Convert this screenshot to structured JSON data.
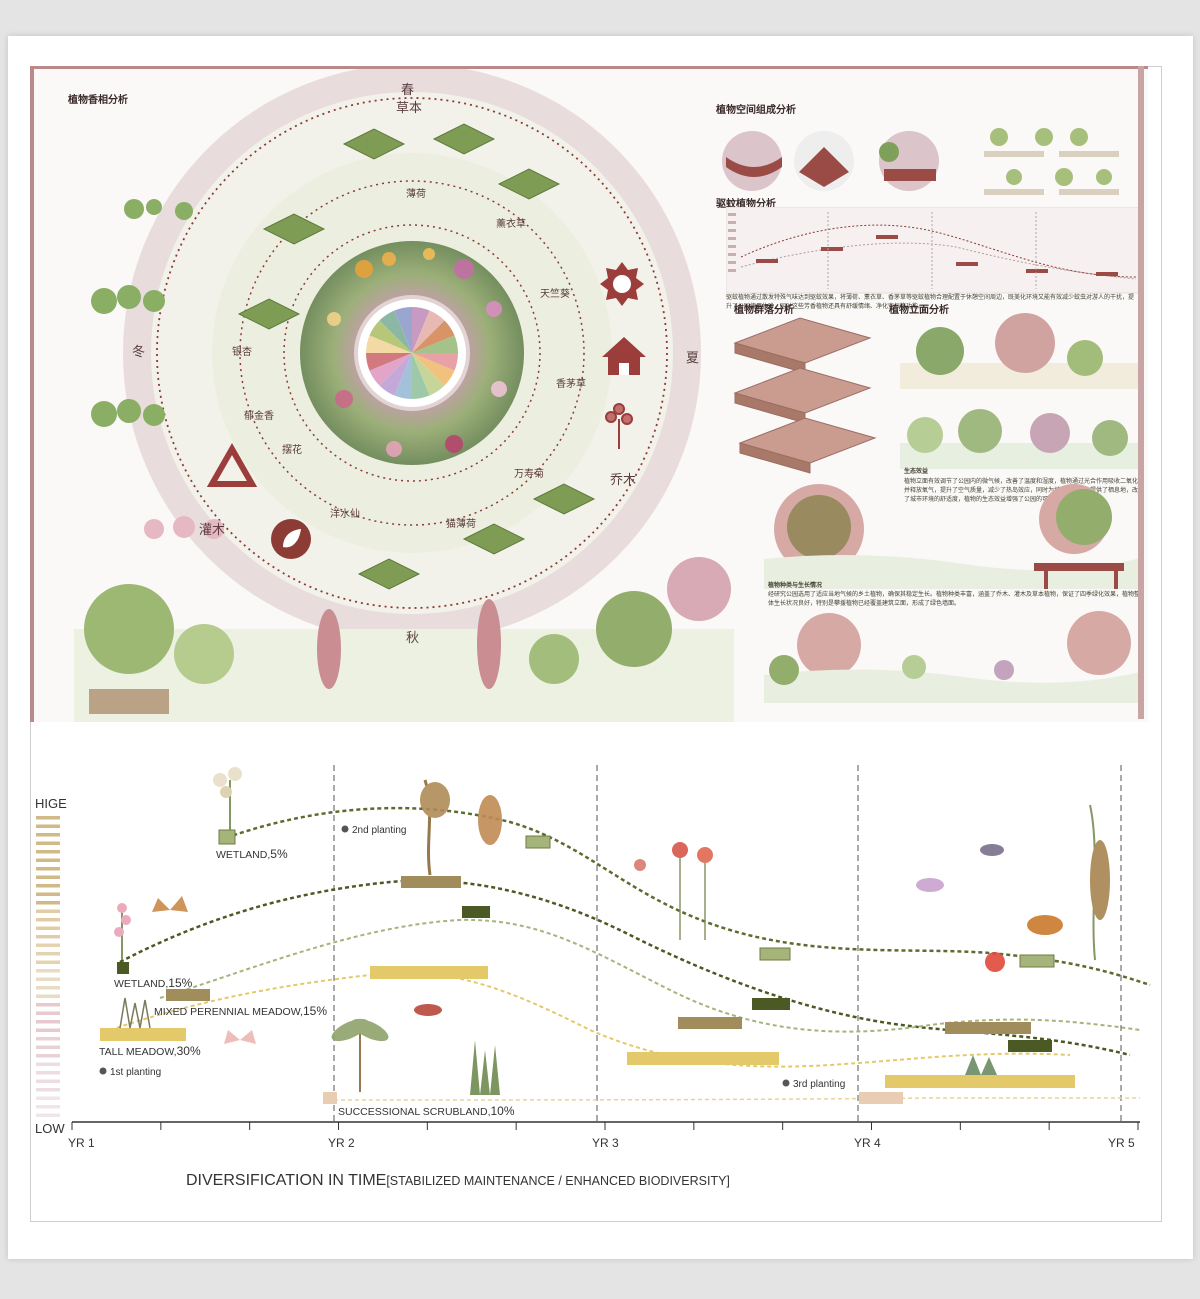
{
  "poster": {
    "title_aroma": "植物香相分析",
    "title_space": "植物空间组成分析",
    "title_insect": "驱蚊植物分析",
    "title_community": "植物群落分析",
    "title_elevation": "植物立面分析",
    "seasons": {
      "spring": "春",
      "summer": "夏",
      "autumn": "秋",
      "winter": "冬"
    },
    "layers": {
      "herb": "草本",
      "shrub": "灌木",
      "tree": "乔木"
    },
    "plant_names": [
      "薄荷",
      "薰衣草",
      "天竺葵",
      "香茅草",
      "万寿菊",
      "猫薄荷",
      "洋水仙",
      "摆花",
      "郁金香",
      "银杏"
    ],
    "eco_title": "生态效益",
    "eco_text": "植物立面有效调节了公园内的微气候，改善了温度和湿度，植物通过光合作用吸收二氧化碳并释放氧气，提升了空气质量，减少了热岛效应，同时为城市中的生物提供了栖息地，改善了城市环境的舒适度，植物的生态效益增强了公园的可持续性。",
    "growth_title": "植物种类与生长情况",
    "growth_text": "经研究公园选用了适应当地气候的乡土植物，确保其稳定生长。植物种类丰富，涵盖了乔木、灌木及草本植物，保证了四季绿化效果，植物整体生长状况良好，特别是攀援植物已经覆盖建筑立面，形成了绿色墙面。",
    "insect_text": "驱蚊植物通过散发特殊气味达到驱蚊效果，将薄荷、薰衣草、香茅草等驱蚊植物合理配置于休憩空间周边，既美化环境又能有效减少蚊虫对游人的干扰，提升了公园使用体验，同时这些芳香植物还具有舒缓情绪、净化空气等功能。"
  },
  "timeline": {
    "title": "DIVERSIFICATION IN TIME",
    "subtitle": "[STABILIZED MAINTENANCE / ENHANCED BIODIVERSITY]",
    "y_high": "HIGE",
    "y_low": "LOW",
    "years": [
      "YR 1",
      "YR 2",
      "YR 3",
      "YR 4",
      "YR 5"
    ],
    "plantings": [
      "1st planting",
      "2nd planting",
      "3rd planting"
    ],
    "labels": {
      "wetland_top": "WETLAND,",
      "wetland_top_pct": "5%",
      "wetland_mid": "WETLAND,",
      "wetland_mid_pct": "15%",
      "mixed": "MIXED PERENNIAL MEADOW,",
      "mixed_pct": "15%",
      "tall": "TALL MEADOW,",
      "tall_pct": "30%",
      "scrub": "SUCCESSIONAL SCRUBLAND,",
      "scrub_pct": "10%"
    }
  },
  "colors": {
    "poster_border": "#b98a89",
    "maroon": "#8c3b35",
    "olive_dark": "#4b5a25",
    "olive_light": "#a5b57a",
    "tan": "#a18d5b",
    "gold": "#e3c96a",
    "beige": "#e8cdb2"
  }
}
